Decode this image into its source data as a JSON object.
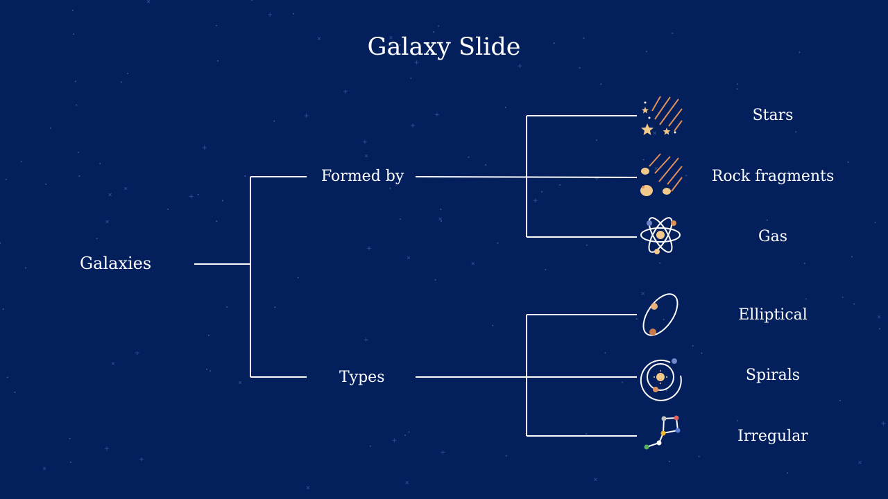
{
  "title": "Galaxy Slide",
  "colors": {
    "background": "#031f5c",
    "lines": "#ffffff",
    "icon_accent": "#f3c98b",
    "icon_orange": "#e0905a"
  },
  "tree": {
    "root": "Galaxies",
    "branches": [
      {
        "label": "Formed by",
        "leaves": [
          {
            "label": "Stars",
            "icon": "shooting-stars-icon"
          },
          {
            "label": "Rock fragments",
            "icon": "meteor-rocks-icon"
          },
          {
            "label": "Gas",
            "icon": "atom-icon"
          }
        ]
      },
      {
        "label": "Types",
        "leaves": [
          {
            "label": "Elliptical",
            "icon": "elliptical-orbit-icon"
          },
          {
            "label": "Spirals",
            "icon": "spiral-orbit-icon"
          },
          {
            "label": "Irregular",
            "icon": "constellation-icon"
          }
        ]
      }
    ]
  }
}
